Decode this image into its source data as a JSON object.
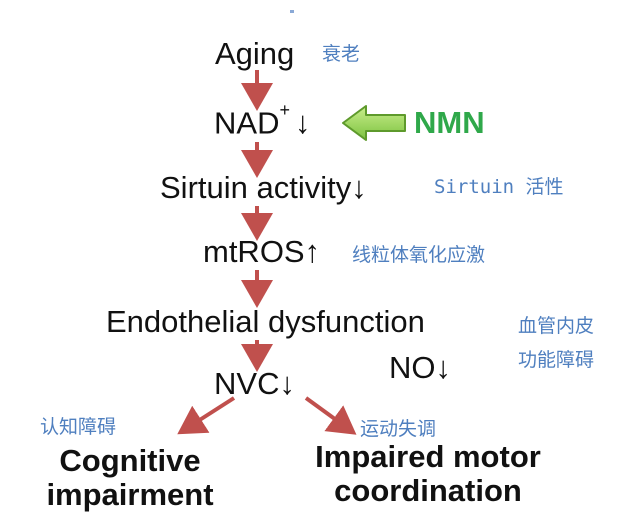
{
  "nodes": {
    "aging": "Aging",
    "nad": "NAD",
    "nad_sup": "+",
    "nad_arrow": "↓",
    "sirtuin": "Sirtuin activity↓",
    "mtros": "mtROS↑",
    "endothelial": "Endothelial dysfunction",
    "nvc": "NVC↓",
    "no": "NO↓",
    "nmn": "NMN"
  },
  "chinese": {
    "aging": "衰老",
    "sirtuin": "Sirtuin 活性",
    "mtros": "线粒体氧化应激",
    "endothelial_line1": "血管内皮",
    "endothelial_line2": "功能障碍",
    "cognitive": "认知障碍",
    "motor": "运动失调"
  },
  "outcomes": {
    "cognitive_line1": "Cognitive",
    "cognitive_line2": "impairment",
    "motor_line1": "Impaired motor",
    "motor_line2": "coordination"
  },
  "colors": {
    "pathway_arrow": "#c0504d",
    "nmn_arrow_fill": "#9bd35a",
    "nmn_arrow_stroke": "#5e9a2c",
    "nmn_text": "#2fa84a",
    "chinese_text": "#4f7fbf"
  }
}
